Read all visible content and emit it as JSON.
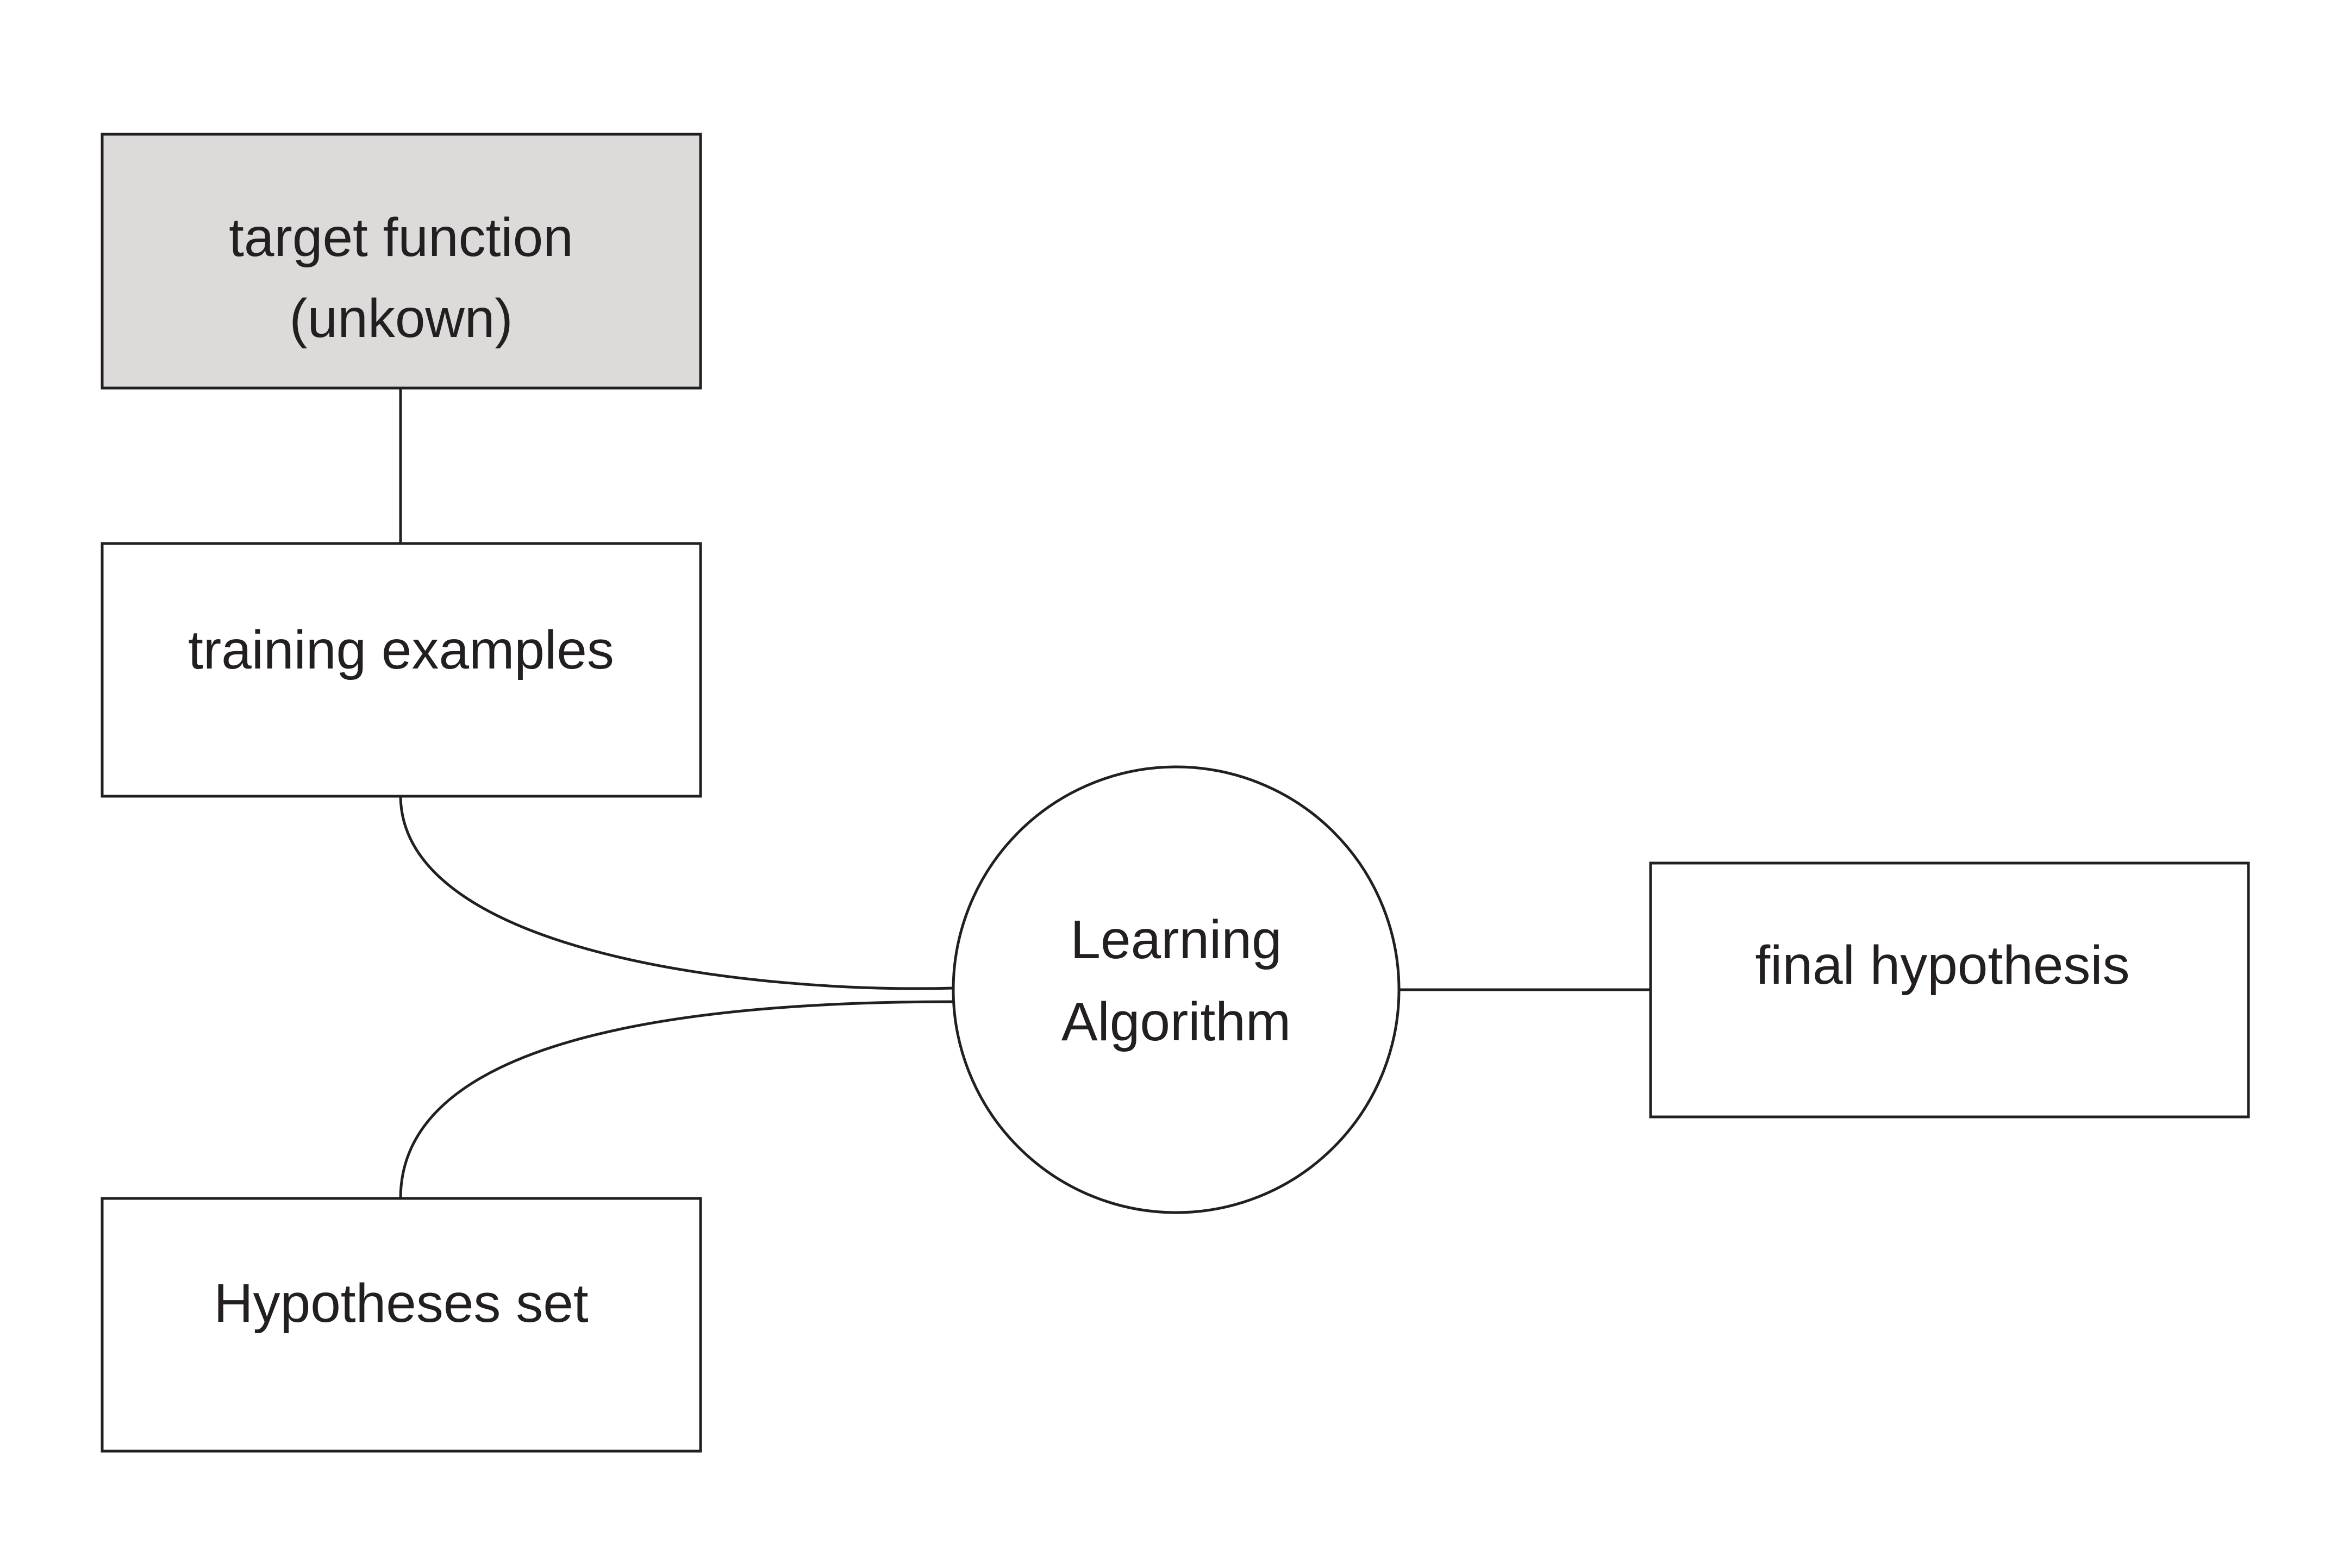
{
  "diagram": {
    "nodes": {
      "target_function": {
        "line1": "target function",
        "line2": "(unkown)",
        "fill": "#dcdbda"
      },
      "training_examples": {
        "label": "training examples",
        "fill": "#ffffff"
      },
      "hypotheses_set": {
        "label": "Hypotheses set",
        "fill": "#ffffff"
      },
      "learning_algorithm": {
        "line1": "Learning",
        "line2": "Algorithm",
        "fill": "#ffffff"
      },
      "final_hypothesis": {
        "label": "final hypothesis",
        "fill": "#ffffff"
      }
    },
    "edges": [
      {
        "from": "target_function",
        "to": "training_examples"
      },
      {
        "from": "training_examples",
        "to": "learning_algorithm"
      },
      {
        "from": "hypotheses_set",
        "to": "learning_algorithm"
      },
      {
        "from": "learning_algorithm",
        "to": "final_hypothesis"
      }
    ],
    "colors": {
      "stroke": "#231f20",
      "text": "#231f20"
    }
  }
}
